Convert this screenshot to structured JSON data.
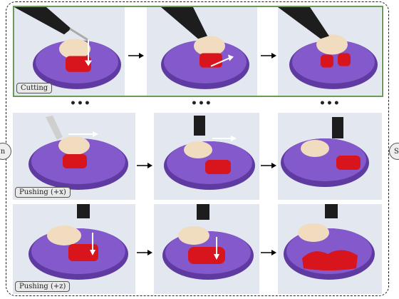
{
  "rows": [
    {
      "label": "Cutting"
    },
    {
      "label": "Pushing (+x)"
    },
    {
      "label": "Pushing (+z)"
    }
  ],
  "separator": "•••",
  "side_left": "n",
  "side_right": "Si",
  "colors": {
    "frame_green": "#6c9a5a",
    "plate": "#7a4fc0",
    "jelly": "#d8141c",
    "tofu": "#f1dcbf",
    "background": "#e3e7ef"
  },
  "icons": {
    "step_arrow": "arrow-right-icon"
  }
}
